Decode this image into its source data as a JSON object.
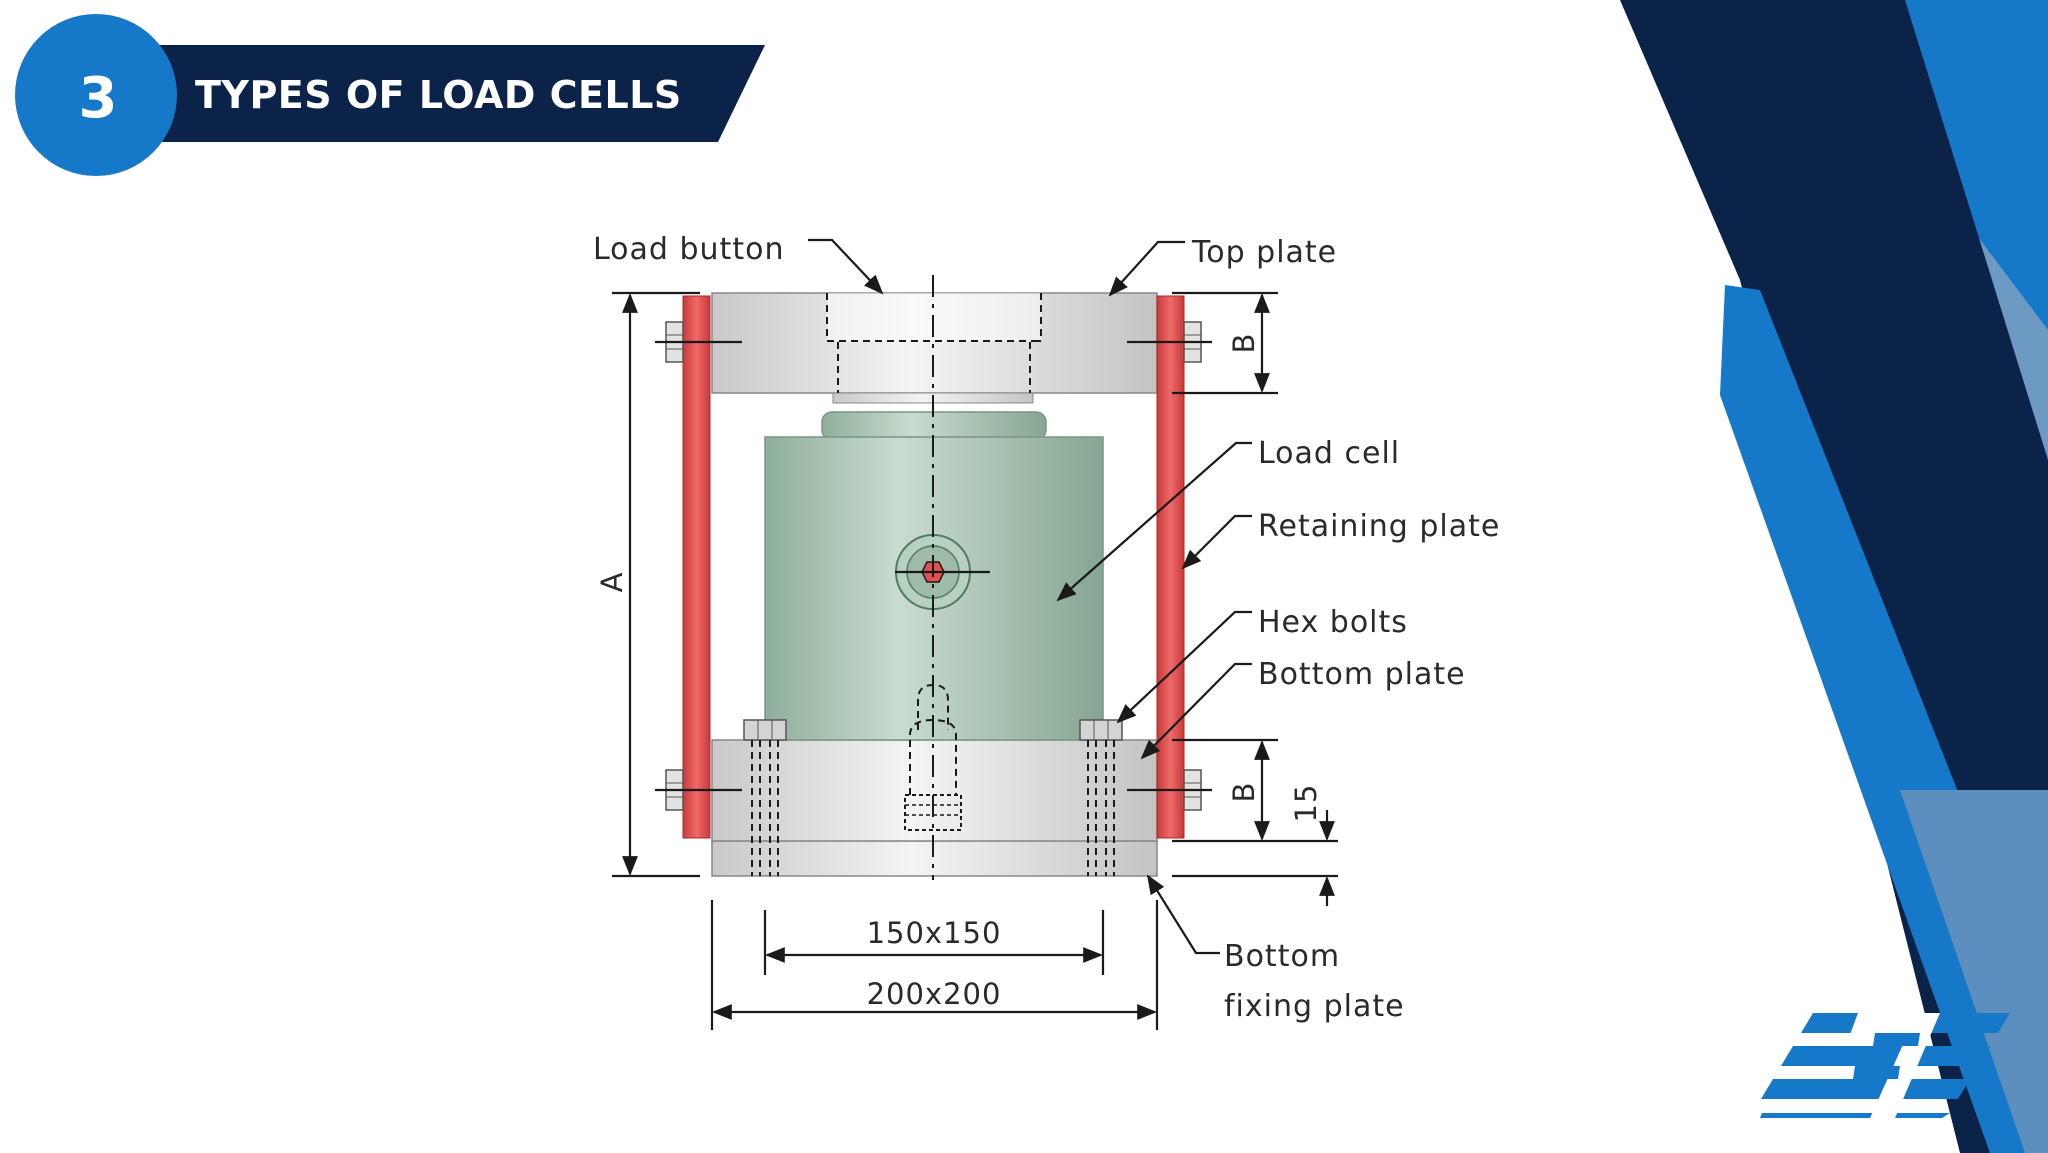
{
  "header": {
    "number": "3",
    "title": "TYPES OF LOAD CELLS"
  },
  "colors": {
    "navy": "#0b2348",
    "blue": "#1678c8",
    "light_blue": "#5c8fbd",
    "retaining_red": "#dd4c4c",
    "cell_green": "#a6c2b2"
  },
  "diagram": {
    "labels": {
      "load_button": "Load button",
      "top_plate": "Top plate",
      "load_cell": "Load cell",
      "retaining_plate": "Retaining plate",
      "hex_bolts": "Hex bolts",
      "bottom_plate": "Bottom plate",
      "bottom_fixing_plate_line1": "Bottom",
      "bottom_fixing_plate_line2": "fixing plate"
    },
    "dimensions": {
      "height": "A",
      "plate_thickness_top": "B",
      "plate_thickness_bottom": "B",
      "fixing_thickness": "15",
      "inner_base": "150x150",
      "outer_base": "200x200"
    }
  },
  "logo": {
    "icon": "company-logo-icon"
  }
}
